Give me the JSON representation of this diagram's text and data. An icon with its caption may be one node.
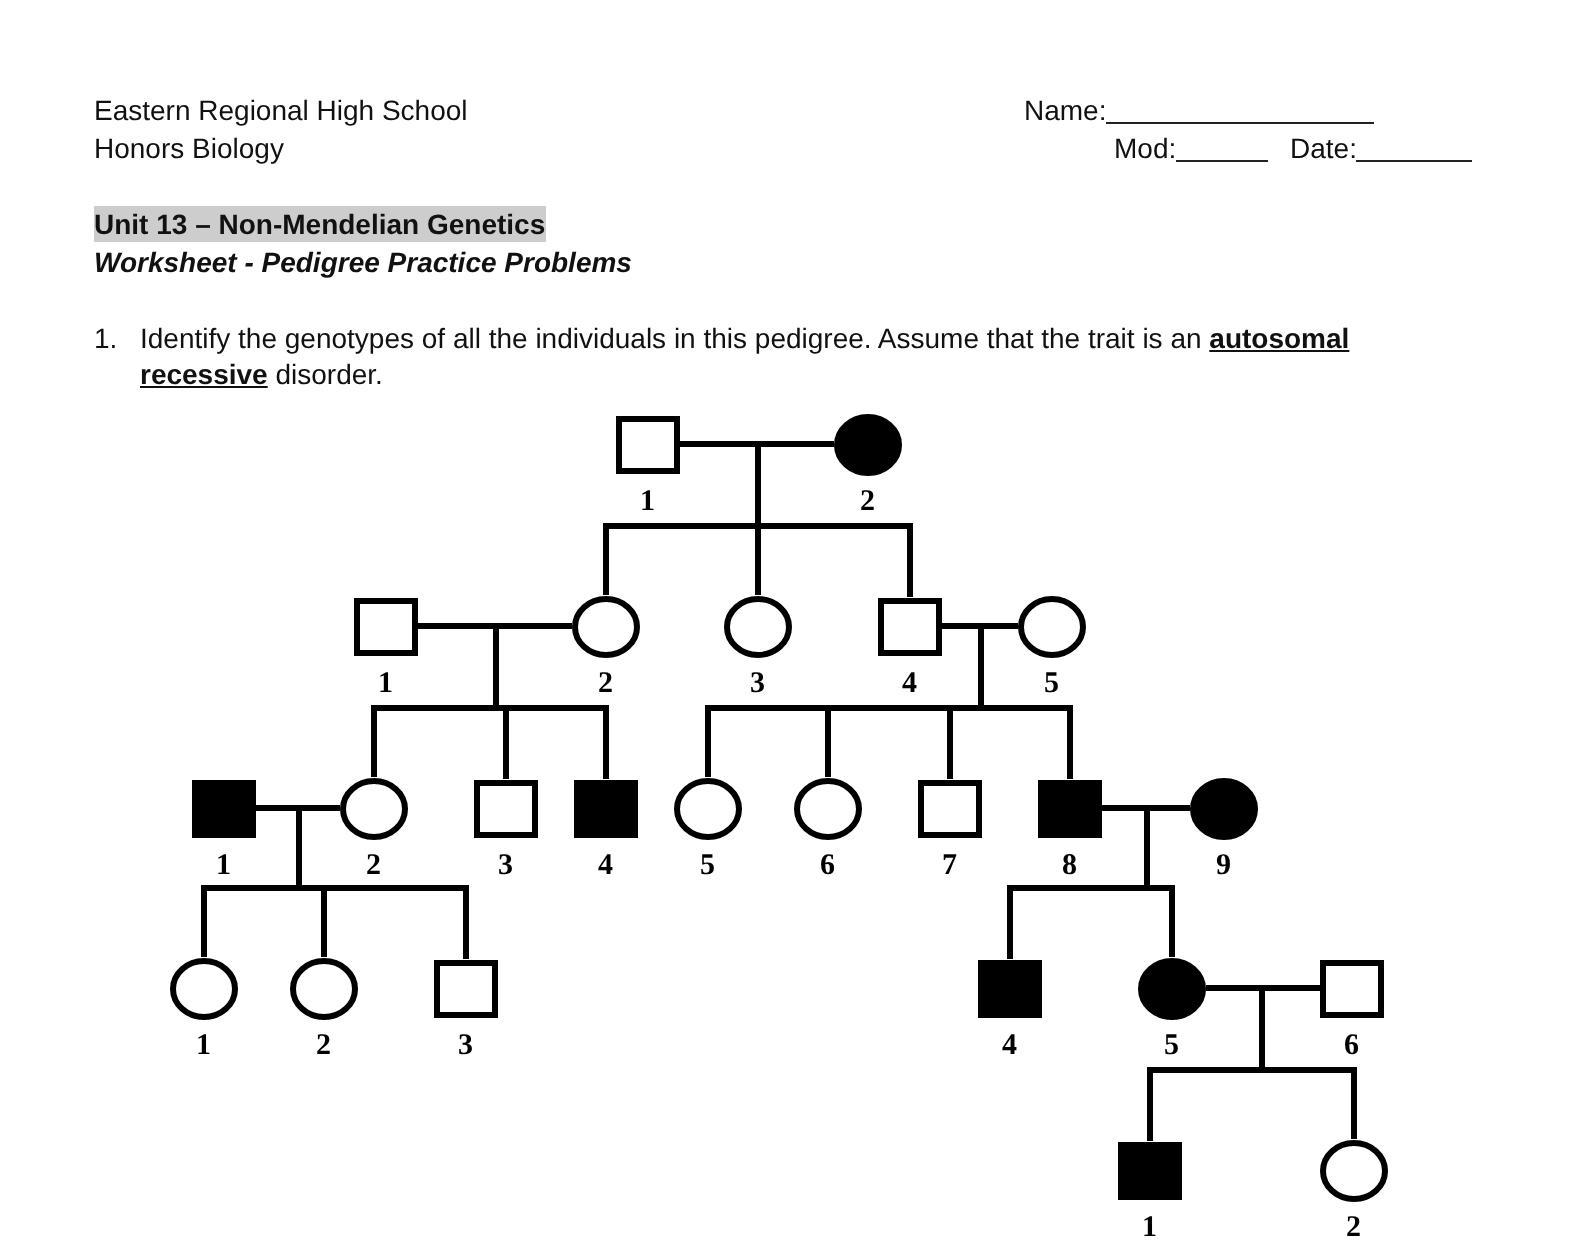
{
  "diagram": {
    "title": "Unit 13 – Non-Mendelian Genetics",
    "nodes": [
      {
        "text": [],
        "shape": "square",
        "beside": [
          "1"
        ]
      },
      {
        "text": [],
        "shape": "circle",
        "beside": [
          "2"
        ]
      },
      {
        "text": [],
        "shape": "square",
        "beside": [
          "1"
        ]
      },
      {
        "text": [],
        "shape": "circle",
        "beside": [
          "2"
        ]
      },
      {
        "text": [],
        "shape": "circle",
        "beside": [
          "3"
        ]
      },
      {
        "text": [],
        "shape": "square",
        "beside": [
          "4"
        ]
      },
      {
        "text": [],
        "shape": "circle",
        "beside": [
          "5"
        ]
      },
      {
        "text": [],
        "shape": "square",
        "beside": [
          "1"
        ]
      },
      {
        "text": [],
        "shape": "circle",
        "beside": [
          "2"
        ]
      },
      {
        "text": [],
        "shape": "square",
        "beside": [
          "3"
        ]
      },
      {
        "text": [],
        "shape": "square",
        "beside": [
          "4"
        ]
      },
      {
        "text": [],
        "shape": "circle",
        "beside": [
          "5"
        ]
      },
      {
        "text": [],
        "shape": "circle",
        "beside": [
          "6"
        ]
      },
      {
        "text": [],
        "shape": "square",
        "beside": [
          "7"
        ]
      },
      {
        "text": [],
        "shape": "square",
        "beside": [
          "8"
        ]
      },
      {
        "text": [],
        "shape": "circle",
        "beside": [
          "9"
        ]
      },
      {
        "text": [],
        "shape": "circle",
        "beside": [
          "1"
        ]
      },
      {
        "text": [],
        "shape": "circle",
        "beside": [
          "2"
        ]
      },
      {
        "text": [],
        "shape": "square",
        "beside": [
          "3"
        ]
      },
      {
        "text": [],
        "shape": "square",
        "beside": [
          "4"
        ]
      },
      {
        "text": [],
        "shape": "circle",
        "beside": [
          "5"
        ]
      },
      {
        "text": [],
        "shape": "square",
        "beside": [
          "6"
        ]
      },
      {
        "text": [],
        "shape": "square",
        "beside": [
          "1"
        ]
      },
      {
        "text": [],
        "shape": "circle",
        "beside": [
          "2"
        ]
      }
    ],
    "edges": [
      {
        "from": 0,
        "to": 1,
        "arrow": "none"
      },
      {
        "from": 0,
        "to": 3,
        "arrow": "none"
      },
      {
        "from": 1,
        "to": 3,
        "arrow": "none"
      },
      {
        "from": 0,
        "to": 4,
        "arrow": "none"
      },
      {
        "from": 1,
        "to": 4,
        "arrow": "none"
      },
      {
        "from": 0,
        "to": 5,
        "arrow": "none"
      },
      {
        "from": 1,
        "to": 5,
        "arrow": "none"
      },
      {
        "from": 2,
        "to": 3,
        "arrow": "none"
      },
      {
        "from": 2,
        "to": 8,
        "arrow": "none"
      },
      {
        "from": 3,
        "to": 8,
        "arrow": "none"
      },
      {
        "from": 2,
        "to": 9,
        "arrow": "none"
      },
      {
        "from": 3,
        "to": 9,
        "arrow": "none"
      },
      {
        "from": 2,
        "to": 10,
        "arrow": "none"
      },
      {
        "from": 3,
        "to": 10,
        "arrow": "none"
      },
      {
        "from": 5,
        "to": 6,
        "arrow": "none"
      },
      {
        "from": 5,
        "to": 11,
        "arrow": "none"
      },
      {
        "from": 6,
        "to": 11,
        "arrow": "none"
      },
      {
        "from": 5,
        "to": 12,
        "arrow": "none"
      },
      {
        "from": 6,
        "to": 12,
        "arrow": "none"
      },
      {
        "from": 5,
        "to": 13,
        "arrow": "none"
      },
      {
        "from": 6,
        "to": 13,
        "arrow": "none"
      },
      {
        "from": 5,
        "to": 14,
        "arrow": "none"
      },
      {
        "from": 6,
        "to": 14,
        "arrow": "none"
      },
      {
        "from": 7,
        "to": 8,
        "arrow": "none"
      },
      {
        "from": 7,
        "to": 16,
        "arrow": "none"
      },
      {
        "from": 8,
        "to": 16,
        "arrow": "none"
      },
      {
        "from": 7,
        "to": 17,
        "arrow": "none"
      },
      {
        "from": 8,
        "to": 17,
        "arrow": "none"
      },
      {
        "from": 7,
        "to": 18,
        "arrow": "none"
      },
      {
        "from": 8,
        "to": 18,
        "arrow": "none"
      },
      {
        "from": 14,
        "to": 15,
        "arrow": "none"
      },
      {
        "from": 14,
        "to": 19,
        "arrow": "none"
      },
      {
        "from": 15,
        "to": 19,
        "arrow": "none"
      },
      {
        "from": 14,
        "to": 20,
        "arrow": "none"
      },
      {
        "from": 15,
        "to": 20,
        "arrow": "none"
      },
      {
        "from": 20,
        "to": 21,
        "arrow": "none"
      },
      {
        "from": 20,
        "to": 22,
        "arrow": "none"
      },
      {
        "from": 21,
        "to": 22,
        "arrow": "none"
      },
      {
        "from": 20,
        "to": 23,
        "arrow": "none"
      },
      {
        "from": 21,
        "to": 23,
        "arrow": "none"
      }
    ],
    "labels": [
      "Eastern Regional High School",
      "Name:",
      "Honors Biology",
      "Mod:",
      "Date:",
      "Worksheet - Pedigree Practice Problems",
      "1.",
      "Identify the genotypes of all the individuals in this pedigree. Assume that the trait is an **autosomal recessive** disorder."
    ]
  }
}
